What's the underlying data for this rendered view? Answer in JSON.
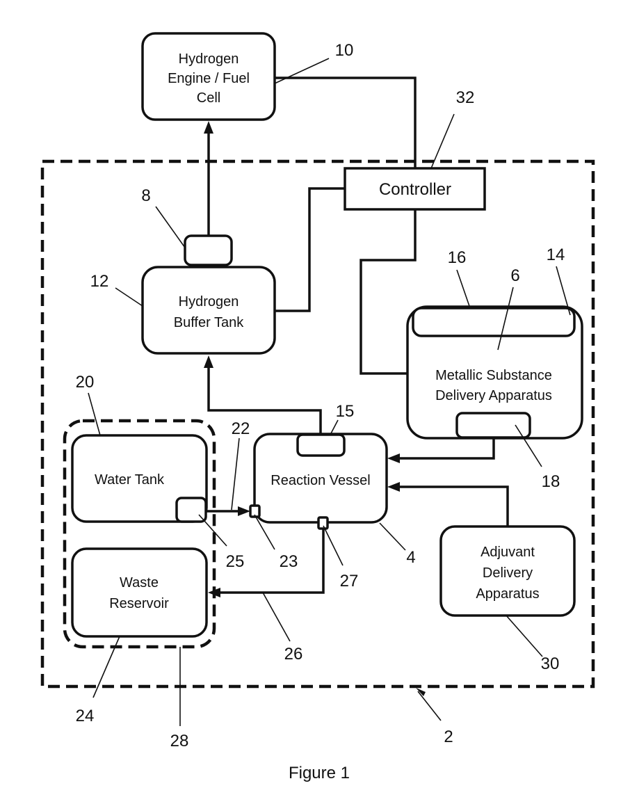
{
  "components": {
    "engine": [
      "Hydrogen",
      "Engine / Fuel",
      "Cell"
    ],
    "controller": "Controller",
    "buffer_tank": [
      "Hydrogen",
      "Buffer Tank"
    ],
    "metallic_delivery": [
      "Metallic Substance",
      "Delivery Apparatus"
    ],
    "water_tank": "Water Tank",
    "reaction_vessel": "Reaction Vessel",
    "waste_reservoir": [
      "Waste",
      "Reservoir"
    ],
    "adjuvant_delivery": [
      "Adjuvant",
      "Delivery",
      "Apparatus"
    ]
  },
  "refs": {
    "r10": "10",
    "r32": "32",
    "r8": "8",
    "r12": "12",
    "r16": "16",
    "r14": "14",
    "r6": "6",
    "r20": "20",
    "r22": "22",
    "r15": "15",
    "r18": "18",
    "r25": "25",
    "r23": "23",
    "r4": "4",
    "r27": "27",
    "r26": "26",
    "r30": "30",
    "r24": "24",
    "r28": "28",
    "r2": "2"
  },
  "caption": "Figure 1"
}
